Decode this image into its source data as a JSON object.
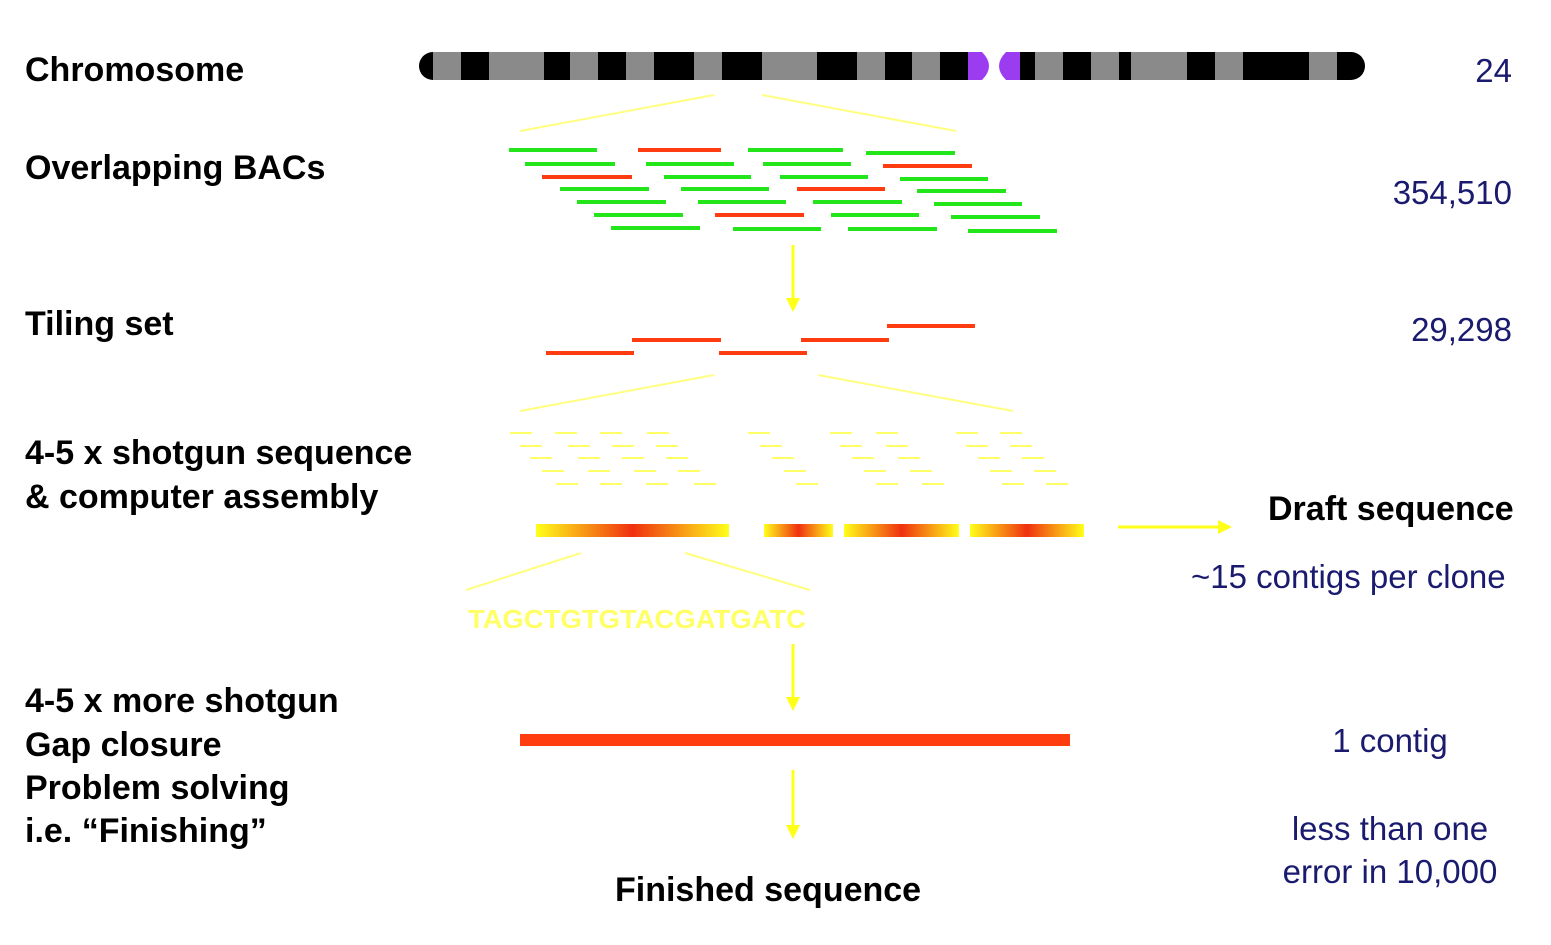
{
  "stages": {
    "chromosome": "Chromosome",
    "bacs": "Overlapping BACs",
    "tiling": "Tiling set",
    "shotgun_line1": "4-5 x shotgun sequence",
    "shotgun_line2": "& computer assembly",
    "finishing_line1": "4-5 x more shotgun",
    "finishing_line2": "Gap closure",
    "finishing_line3": "Problem solving",
    "finishing_line4": "i.e. “Finishing”"
  },
  "counts": {
    "chromosome": "24",
    "bacs": "354,510",
    "tiling": "29,298",
    "contigs_per_clone": "~15 contigs per clone",
    "one_contig": "1 contig",
    "error_line1": "less than one",
    "error_line2": "error in 10,000"
  },
  "outputs": {
    "draft": "Draft sequence",
    "finished": "Finished sequence"
  },
  "sequence": "TAGCTGTGTACGATGATC",
  "colors": {
    "label": "#000000",
    "count": "#1a1a6e",
    "green_bac": "#22e51a",
    "red_bac": "#ff3b10",
    "yellow": "#ffff1a",
    "centromere": "#9b3cf0",
    "band_dark": "#000000",
    "band_gray": "#8a8a8a"
  }
}
